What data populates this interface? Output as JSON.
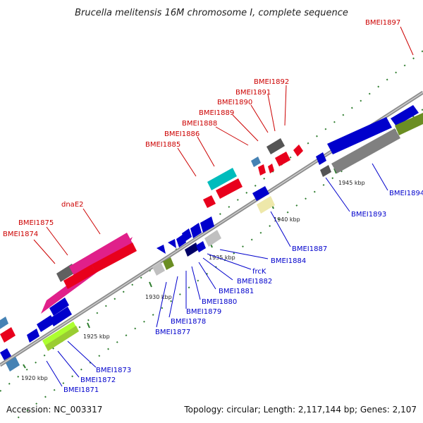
{
  "title": "Brucella melitensis 16M chromosome I, complete sequence",
  "footer": {
    "accession": "Accession: NC_003317",
    "summary": "Topology: circular; Length: 2,117,144 bp; Genes: 2,107"
  },
  "colors": {
    "label_top": "#cc0000",
    "label_bottom": "#0000cc",
    "backbone": "#8c8c8c",
    "tick": "#2e7d2e"
  },
  "ticks": [
    "1920 kbp",
    "1925 kbp",
    "1930 kbp",
    "1935 kbp",
    "1940 kbp",
    "1945 kbp"
  ],
  "labels_top": [
    "BMEI1874",
    "BMEI1875",
    "dnaE2",
    "BMEI1885",
    "BMEI1886",
    "BMEI1888",
    "BMEI1889",
    "BMEI1890",
    "BMEI1891",
    "BMEI1892",
    "BMEI1897"
  ],
  "labels_bottom": [
    "BMEI1871",
    "BMEI1872",
    "BMEI1873",
    "BMEI1877",
    "BMEI1878",
    "BMEI1879",
    "BMEI1880",
    "BMEI1881",
    "BMEI1882",
    "frcK",
    "BMEI1884",
    "BMEI1887",
    "BMEI1893",
    "BMEI1894"
  ]
}
